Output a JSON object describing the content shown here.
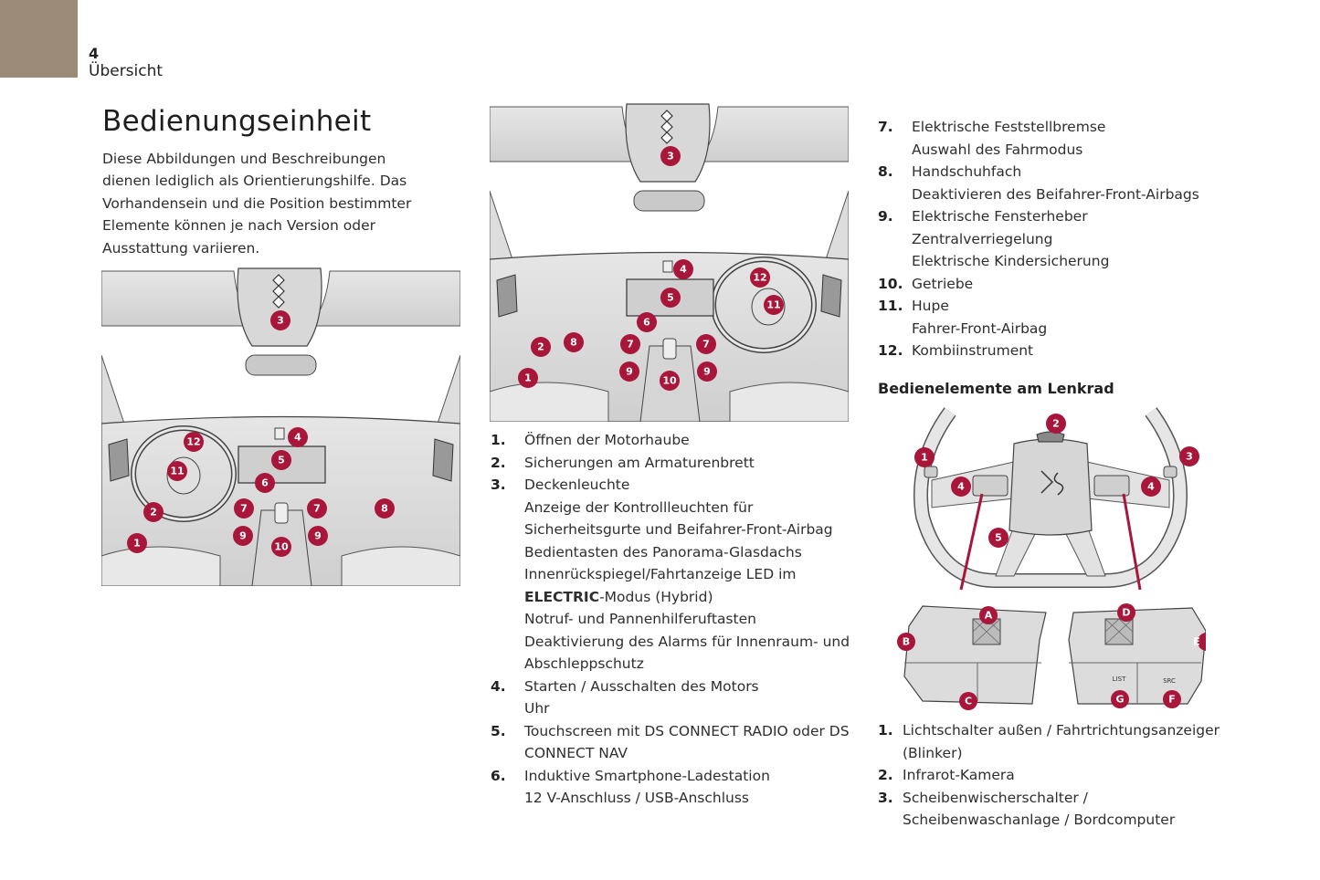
{
  "header": {
    "page_number": "4",
    "section": "Übersicht",
    "tab_color": "#9b8a76"
  },
  "title": "Bedienungseinheit",
  "intro": "Diese Abbildungen und Beschreibungen dienen lediglich als Orientierungshilfe. Das Vorhandensein und die Position bestimmter Elemente können je nach Version oder Ausstattung variieren.",
  "accent_color": "#a8163a",
  "figures": {
    "lhd_markers": [
      "1",
      "2",
      "3",
      "4",
      "5",
      "6",
      "7",
      "7",
      "8",
      "9",
      "9",
      "10",
      "11",
      "12"
    ],
    "rhd_markers": [
      "1",
      "2",
      "3",
      "4",
      "5",
      "6",
      "7",
      "7",
      "8",
      "9",
      "9",
      "10",
      "11",
      "12"
    ],
    "wheel_markers": [
      "1",
      "2",
      "3",
      "4",
      "4",
      "5"
    ],
    "wheel_buttons": {
      "left_markers": [
        "A",
        "B",
        "C"
      ],
      "right_markers": [
        "D",
        "E",
        "F",
        "G"
      ],
      "labels": {
        "list": "LIST",
        "src": "SRC"
      }
    }
  },
  "items": [
    {
      "num": "1.",
      "lines": [
        "Öffnen der Motorhaube"
      ]
    },
    {
      "num": "2.",
      "lines": [
        "Sicherungen am Armaturenbrett"
      ]
    },
    {
      "num": "3.",
      "lines": [
        "Deckenleuchte",
        "Anzeige der Kontrollleuchten für",
        "Sicherheitsgurte und Beifahrer-Front-Airbag",
        "Bedientasten des Panorama-Glasdachs",
        "Innenrückspiegel/Fahrtanzeige LED im"
      ],
      "bold_prefix": "ELECTRIC",
      "after_bold": "-Modus (Hybrid)",
      "more_lines": [
        "Notruf- und Pannenhilferuftasten",
        "Deaktivierung des Alarms für Innenraum- und",
        "Abschleppschutz"
      ]
    },
    {
      "num": "4.",
      "lines": [
        "Starten / Ausschalten des Motors",
        "Uhr"
      ]
    },
    {
      "num": "5.",
      "lines": [
        "Touchscreen mit DS CONNECT RADIO oder DS",
        "CONNECT NAV"
      ]
    },
    {
      "num": "6.",
      "lines": [
        "Induktive Smartphone-Ladestation",
        "12 V-Anschluss / USB-Anschluss"
      ]
    },
    {
      "num": "7.",
      "lines": [
        "Elektrische Feststellbremse",
        "Auswahl des Fahrmodus"
      ]
    },
    {
      "num": "8.",
      "lines": [
        "Handschuhfach",
        "Deaktivieren des Beifahrer-Front-Airbags"
      ]
    },
    {
      "num": "9.",
      "lines": [
        "Elektrische Fensterheber",
        "Zentralverriegelung",
        "Elektrische Kindersicherung"
      ]
    },
    {
      "num": "10.",
      "lines": [
        "Getriebe"
      ]
    },
    {
      "num": "11.",
      "lines": [
        "Hupe",
        "Fahrer-Front-Airbag"
      ]
    },
    {
      "num": "12.",
      "lines": [
        "Kombiinstrument"
      ]
    }
  ],
  "steering_section": {
    "heading": "Bedienelemente am Lenkrad",
    "items": [
      {
        "num": "1.",
        "lines": [
          "Lichtschalter außen / Fahrtrichtungsanzeiger",
          "(Blinker)"
        ]
      },
      {
        "num": "2.",
        "lines": [
          "Infrarot-Kamera"
        ]
      },
      {
        "num": "3.",
        "lines": [
          "Scheibenwischerschalter /",
          "Scheibenwaschanlage / Bordcomputer"
        ]
      }
    ]
  }
}
